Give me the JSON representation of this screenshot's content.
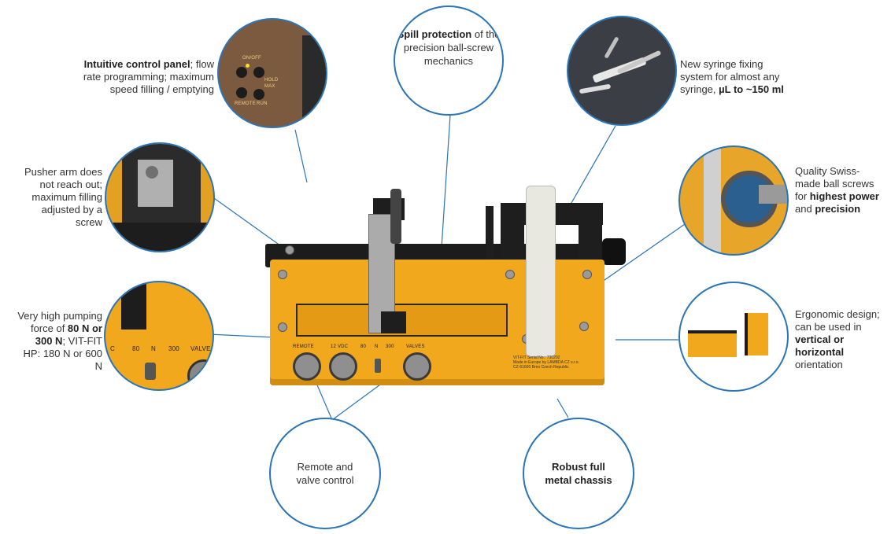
{
  "features": {
    "control_panel": {
      "bold": "Intuitive control panel",
      "rest": "; flow rate programming; maximum speed filling / emptying"
    },
    "pusher_arm": {
      "text": "Pusher arm does not reach out; maximum filling adjusted by a screw"
    },
    "pumping_force": {
      "pre": "Very high pumping force of ",
      "bold": "80 N or 300 N",
      "rest": "; VIT-FIT HP: 180 N or 600 N"
    },
    "spill": {
      "bold": "Spill protection",
      "rest": " of the precision ball-screw mechanics"
    },
    "syringe": {
      "pre": "New syringe fixing system for almost any syringe, ",
      "bold": "µL to ~150 ml"
    },
    "ball_screws": {
      "pre": "Quality Swiss-made ball screws for ",
      "bold1": "highest power",
      "mid": " and ",
      "bold2": "precision"
    },
    "ergonomic": {
      "pre": "Ergonomic design; can be used in ",
      "bold1": "vertical or horizontal",
      "rest": " orientation"
    },
    "remote": {
      "text": "Remote and valve control"
    },
    "chassis": {
      "bold": "Robust full metal chassis"
    }
  },
  "device_labels": {
    "remote": "REMOTE",
    "vdc": "12 VDC",
    "n80": "80",
    "n": "N",
    "n300": "300",
    "valves": "VALVES",
    "plate_line1": "VIT-FIT   Serial No.: 730202",
    "plate_line2": "Made in Europe by LAMBDA CZ s.r.o.",
    "plate_line3": "CZ-61600 Brno Czech Republic"
  },
  "panel_zoom": {
    "onoff": "ON/OFF",
    "hold": "HOLD",
    "max": "MAX",
    "remote": "REMOTE",
    "run": "RUN"
  },
  "force_zoom": {
    "c": "C",
    "n80": "80",
    "n": "N",
    "n300": "300",
    "valve": "VALVE"
  },
  "colors": {
    "accent_blue": "#2a74b8",
    "device_yellow": "#f2a81d",
    "device_black": "#1c1c1c"
  }
}
